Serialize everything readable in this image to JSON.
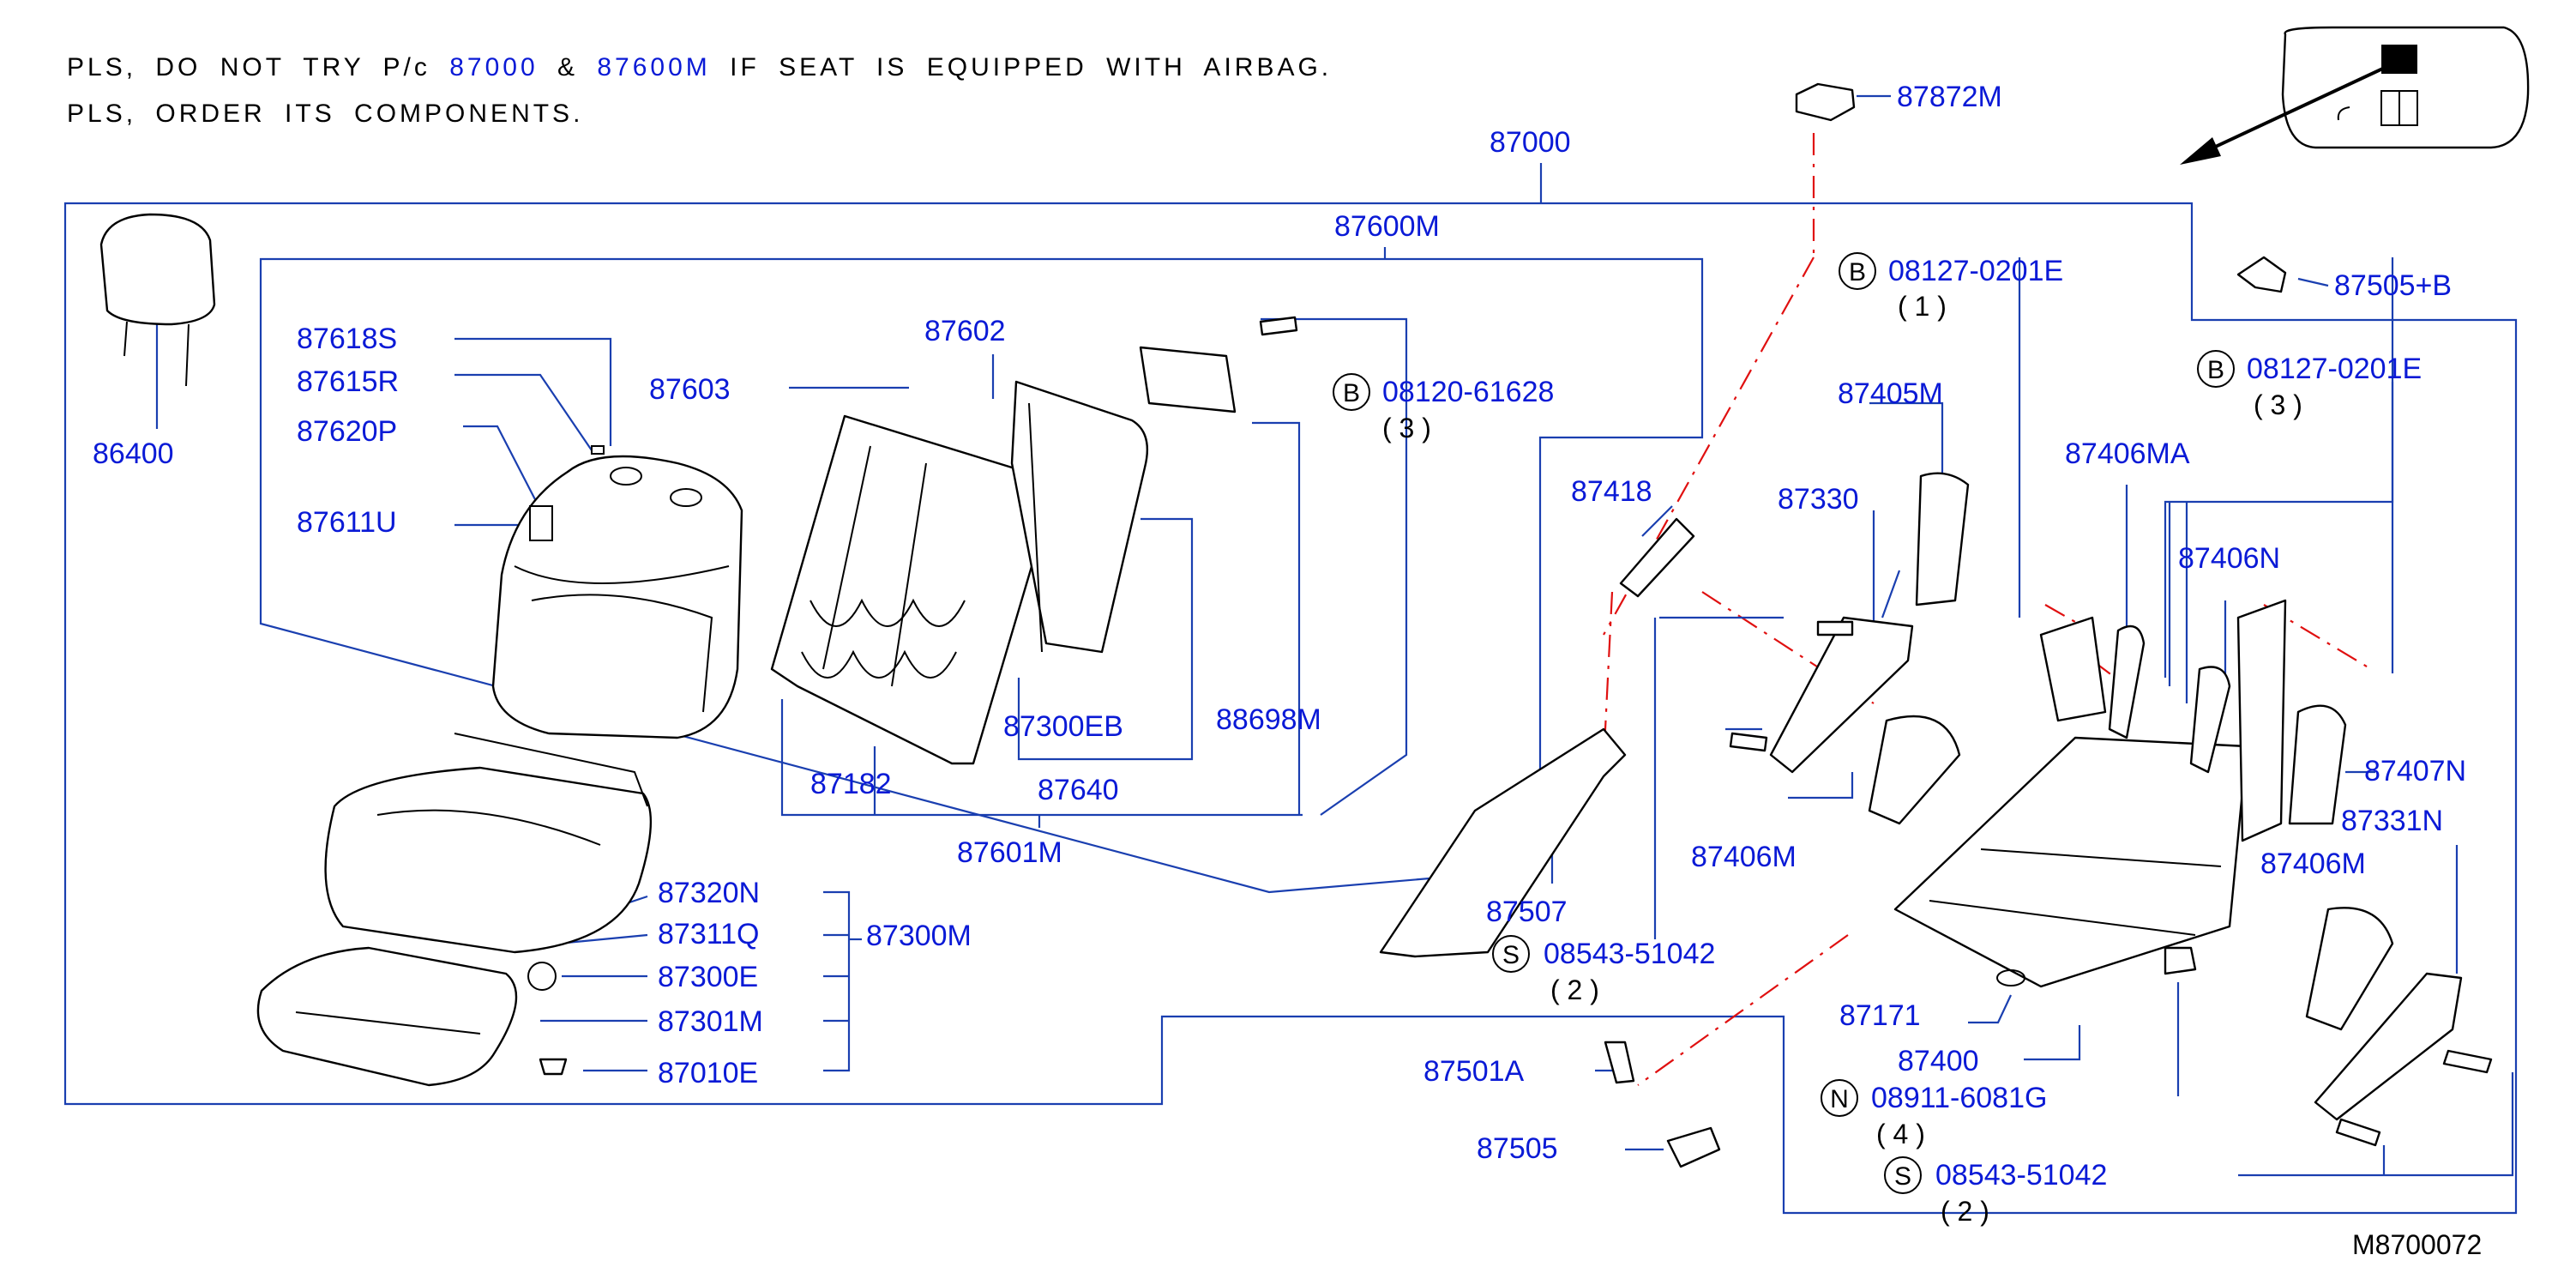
{
  "note": {
    "line1_pre": "PLS, DO NOT TRY P/c",
    "part_a": "87000",
    "amp": "&",
    "part_b": "87600M",
    "line1_post": "IF SEAT IS EQUIPPED WITH AIRBAG.",
    "line2": "PLS, ORDER ITS COMPONENTS."
  },
  "diagram_code": "M8700072",
  "colors": {
    "label": "#0a1ad6",
    "leader": "#1a3fb0",
    "centerline": "#e01010"
  },
  "labels": {
    "p87000": "87000",
    "p87600M": "87600M",
    "p87872M": "87872M",
    "p87505B": "87505+B",
    "p86400": "86400",
    "p87618S": "87618S",
    "p87615R": "87615R",
    "p87620P": "87620P",
    "p87611U": "87611U",
    "p87603": "87603",
    "p87602": "87602",
    "p88698M": "88698M",
    "p87300EB": "87300EB",
    "p87182": "87182",
    "p87640": "87640",
    "p87601M": "87601M",
    "p87320N": "87320N",
    "p87311Q": "87311Q",
    "p87300M": "87300M",
    "p87300E": "87300E",
    "p87301M": "87301M",
    "p87010E": "87010E",
    "p87418": "87418",
    "p87405M": "87405M",
    "p87330": "87330",
    "p87406MA": "87406MA",
    "p87406N": "87406N",
    "p87407N": "87407N",
    "p87331N": "87331N",
    "p87406M_a": "87406M",
    "p87406M_b": "87406M",
    "p87507": "87507",
    "p87171": "87171",
    "p87400": "87400",
    "p87501A": "87501A",
    "p87505": "87505"
  },
  "callouts": {
    "b1": {
      "letter": "B",
      "part": "08120-61628",
      "qty": "( 3 )"
    },
    "b2": {
      "letter": "B",
      "part": "08127-0201E",
      "qty": "( 1 )"
    },
    "b3": {
      "letter": "B",
      "part": "08127-0201E",
      "qty": "( 3 )"
    },
    "s1": {
      "letter": "S",
      "part": "08543-51042",
      "qty": "( 2 )"
    },
    "s2": {
      "letter": "S",
      "part": "08543-51042",
      "qty": "( 2 )"
    },
    "n1": {
      "letter": "N",
      "part": "08911-6081G",
      "qty": "( 4 )"
    }
  }
}
